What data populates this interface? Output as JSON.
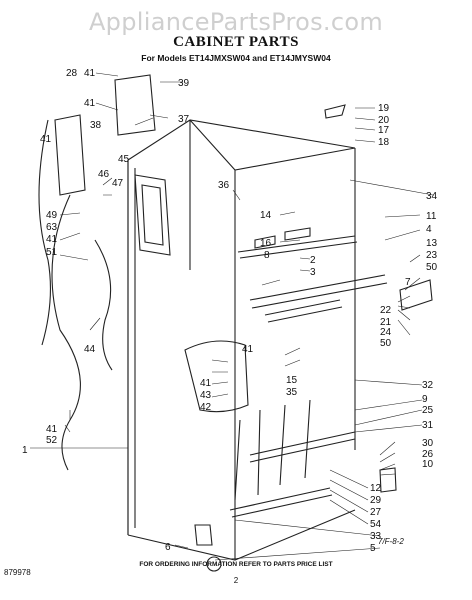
{
  "watermark": "AppliancePartsPros.com",
  "title": "CABINET PARTS",
  "subtitle": "For Models ET14JMXSW04 and ET14JMYSW04",
  "footer_note": "FOR ORDERING INFORMATION REFER TO PARTS PRICE LIST",
  "doc_number": "879978",
  "page_number": "2",
  "revision": "7/F-8-2",
  "callouts": {
    "c28": "28",
    "c41a": "41",
    "c39": "39",
    "c41b": "41",
    "c38": "38",
    "c37": "37",
    "c41c": "41",
    "c45": "45",
    "c46": "46",
    "c47": "47",
    "c49": "49",
    "c63": "63",
    "c41d": "41",
    "c51": "51",
    "c44": "44",
    "c41e": "41",
    "c52": "52",
    "c1": "1",
    "c19": "19",
    "c20": "20",
    "c17": "17",
    "c18": "18",
    "c36": "36",
    "c34": "34",
    "c14": "14",
    "c16": "16",
    "c11": "11",
    "c4": "4",
    "c2": "2",
    "c3": "3",
    "c8": "8",
    "c13": "13",
    "c23": "23",
    "c50a": "50",
    "c7": "7",
    "c22": "22",
    "c21": "21",
    "c24": "24",
    "c50b": "50",
    "c41f": "41",
    "c41g": "41",
    "c43": "43",
    "c42": "42",
    "c15": "15",
    "c35": "35",
    "c32": "32",
    "c9": "9",
    "c25": "25",
    "c31": "31",
    "c30": "30",
    "c26": "26",
    "c10": "10",
    "c12": "12",
    "c29": "29",
    "c27": "27",
    "c54": "54",
    "c33": "33",
    "c6": "6",
    "c5": "5"
  }
}
